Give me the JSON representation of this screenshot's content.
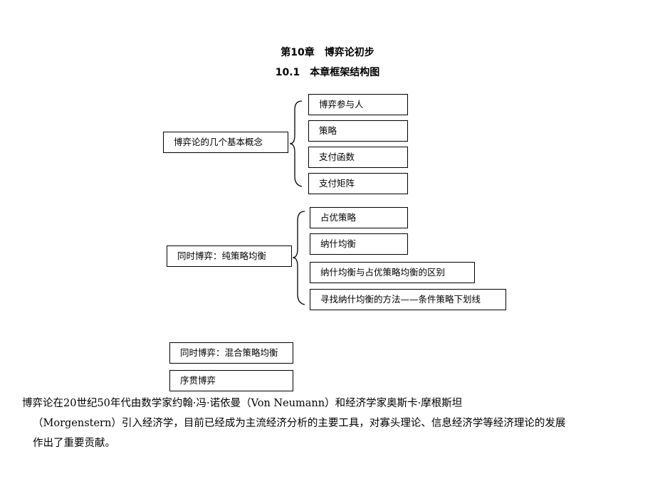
{
  "document": {
    "chapter_title": "第10章　博弈论初步",
    "section_title": "10.1　本章框架结构图"
  },
  "framework": {
    "group1": {
      "label": "博弈论的几个基本概念",
      "items": [
        "博弈参与人",
        "策略",
        "支付函数",
        "支付矩阵"
      ]
    },
    "group2": {
      "label": "同时博弈：纯策略均衡",
      "items": [
        "占优策略",
        "纳什均衡",
        "纳什均衡与占优策略均衡的区别",
        "寻找纳什均衡的方法——条件策略下划线"
      ]
    },
    "standalone": [
      "同时博弈：混合策略均衡",
      "序贯博弈"
    ]
  },
  "paragraph": {
    "line1": "　　博弈论在20世纪50年代由数学家约翰·冯·诺依曼（Von Neumann）和经济学家奥斯卡·摩根斯坦",
    "line2": "（Morgenstern）引入经济学，目前已经成为主流经济分析的主要工具，对寡头理论、信息经济学等经济理论的发展",
    "line3": "作出了重要贡献。"
  }
}
